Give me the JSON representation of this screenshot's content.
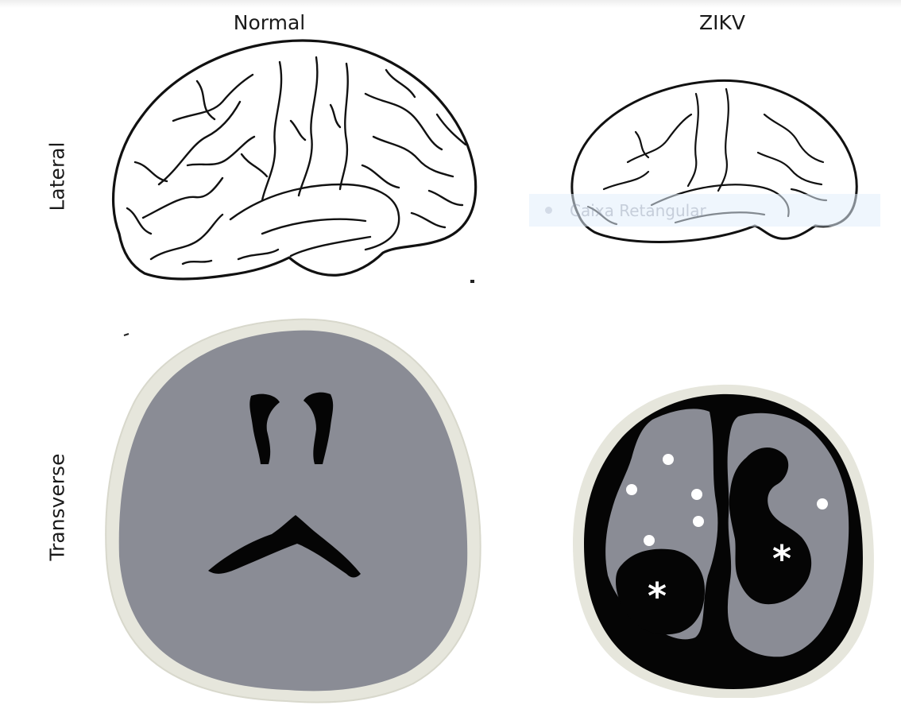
{
  "columns": {
    "normal": "Normal",
    "zikv": "ZIKV"
  },
  "rows": {
    "lateral": "Lateral",
    "transverse": "Transverse"
  },
  "overlay": {
    "text": "Caixa Retangular"
  },
  "annotations": {
    "asterisk_left": "*",
    "asterisk_right": "*"
  },
  "colors": {
    "tissue_gray": "#8a8c95",
    "ventricle_black": "#050505",
    "skull_outline": "#e6e6dc",
    "sulci_ink": "#111111"
  }
}
